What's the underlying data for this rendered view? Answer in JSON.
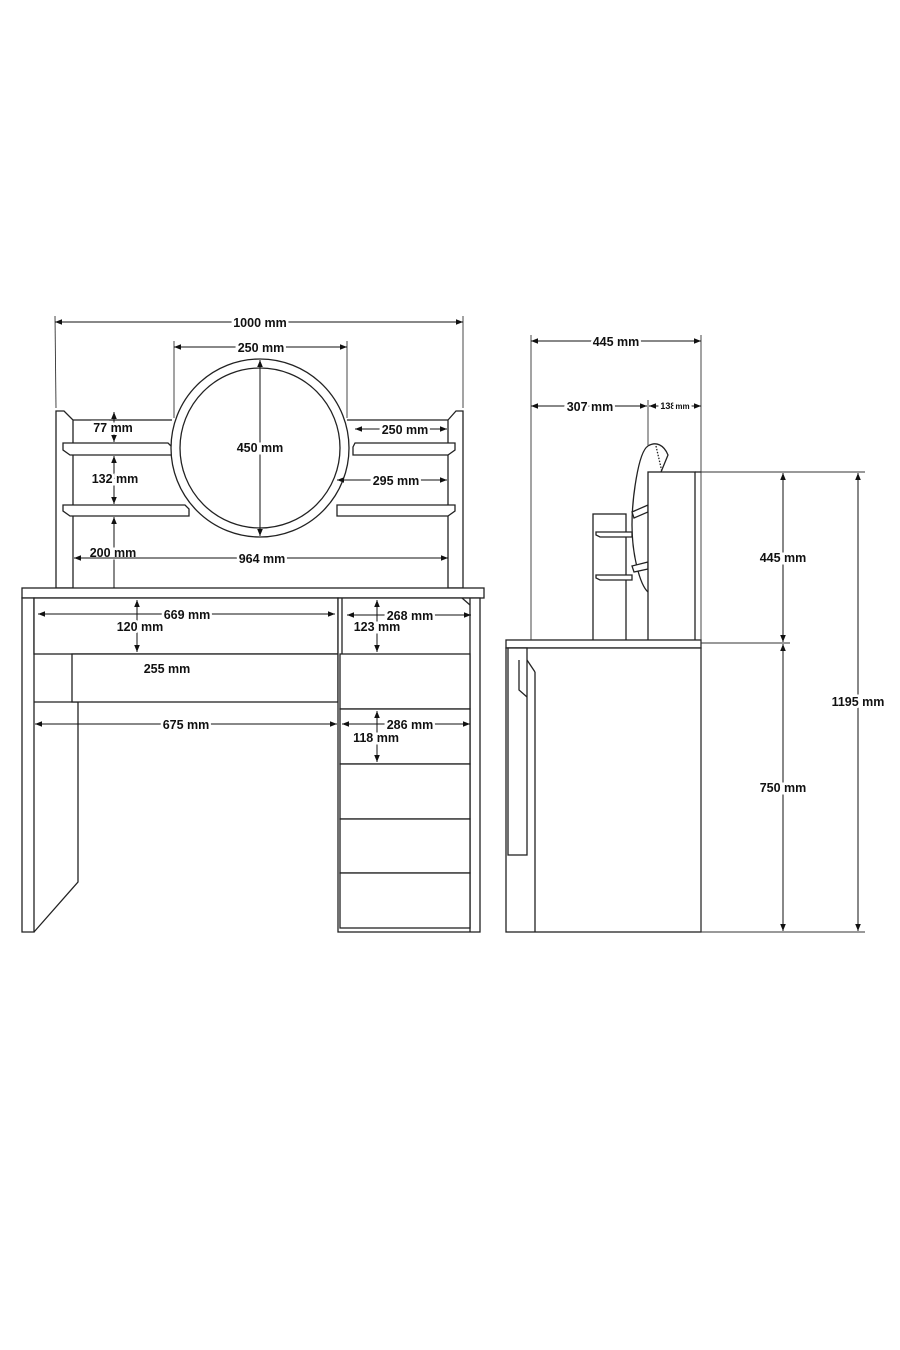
{
  "front_view": {
    "overall_width": "1000 mm",
    "mirror_width": "250 mm",
    "mirror_diameter": "450 mm",
    "top_gap": "77 mm",
    "shelf_spacing": "132 mm",
    "shelf_height": "200 mm",
    "inner_width": "964 mm",
    "right_shelf_upper": "250 mm",
    "right_shelf_lower": "295 mm",
    "drawer_width": "669 mm",
    "drawer_height": "120 mm",
    "modesty_height": "255 mm",
    "knee_width": "675 mm",
    "niche_width": "268 mm",
    "niche_height": "123 mm",
    "cabinet_drawer_width": "286 mm",
    "cabinet_drawer_height": "118 mm"
  },
  "side_view": {
    "depth": "445 mm",
    "desk_depth": "307 mm",
    "hutch_depth_value": "138",
    "hutch_depth_unit": "mm",
    "hutch_height": "445 mm",
    "desk_height": "750 mm",
    "total_height": "1195 mm"
  }
}
